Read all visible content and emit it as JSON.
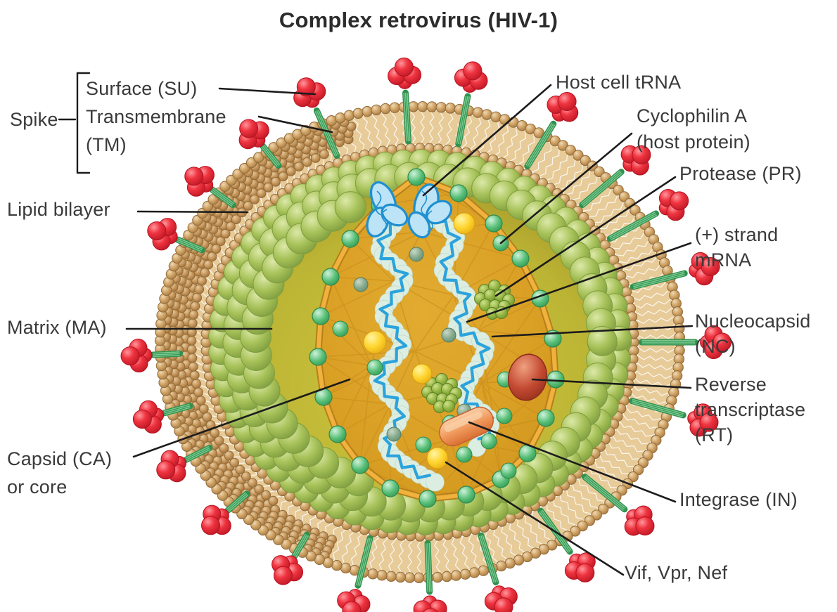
{
  "title": "Complex retrovirus (HIV-1)",
  "labels": {
    "spike": "Spike",
    "surface": "Surface (SU)",
    "transmembrane": [
      "Transmembrane",
      "(TM)"
    ],
    "lipid_bilayer": "Lipid bilayer",
    "matrix": "Matrix (MA)",
    "capsid": [
      "Capsid (CA)",
      "or core"
    ],
    "host_trna": "Host cell tRNA",
    "cyclophilin": [
      "Cyclophilin A",
      "(host protein)"
    ],
    "protease": "Protease (PR)",
    "mrna": [
      "(+) strand",
      "mRNA"
    ],
    "nucleocapsid": [
      "Nucleocapsid",
      "(NC)"
    ],
    "reverse_transcriptase": [
      "Reverse",
      "transcriptase",
      "(RT)"
    ],
    "integrase": "Integrase (IN)",
    "accessory_proteins": "Vif, Vpr, Nef"
  },
  "colors": {
    "title_text": "#2b2b2b",
    "label_text": "#3a3a3a",
    "leader_line": "#1c1c1c",
    "membrane_bead": "#C6955A",
    "membrane_bead_dark": "#926B38",
    "lipid_tails": "#E7CB99",
    "tail_zigzag": "#FFFFFF",
    "matrix_green": "#A6C158",
    "matrix_green_dark": "#7E9C3F",
    "interior_olive": "#857417",
    "interior_yellow": "#CDC63E",
    "capsid_orange": "#D89E23",
    "capsid_strut_light": "#F0B23C",
    "capsid_strut_dark": "#B67F1D",
    "capsid_mesh": "#C8891A",
    "vertex_green": "#56BE76",
    "vertex_green_dark": "#2E8A4C",
    "spike_knob_red": "#EF3440",
    "spike_knob_dark": "#B51220",
    "spike_stalk_green": "#2F9150",
    "spike_stalk_light": "#7CC98F",
    "rna_blue": "#2BA3DC",
    "nc_coat": "#DCEDE1",
    "nc_coat_edge": "#AECBB8",
    "trna_fill": "#BCE3F6",
    "trna_stroke": "#1E8FD0",
    "accessory_yellow": "#FFD42E",
    "berry_green": "#8FB23E",
    "berry_green_dark": "#5E7F28",
    "rt_red": "#C34A32",
    "in_orange": "#EF9659",
    "small_sphere_gray": "#84A88C"
  }
}
